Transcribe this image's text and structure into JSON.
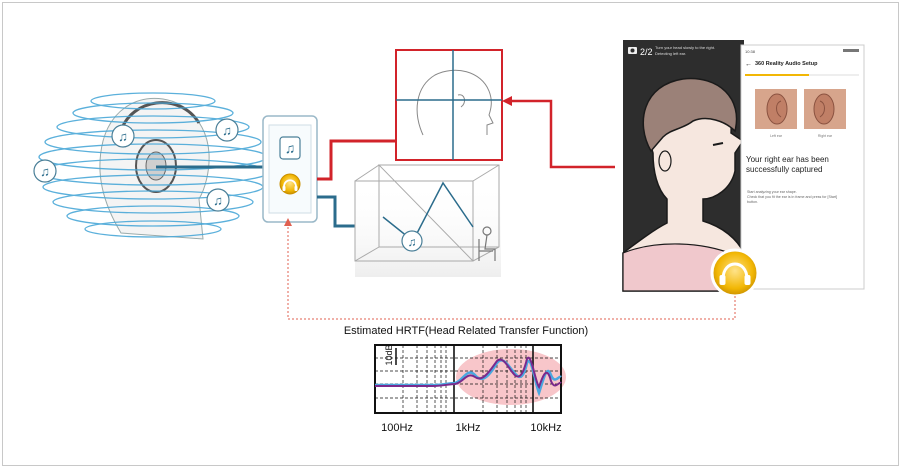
{
  "phone_screen": {
    "step": "2/2",
    "instruction_line1": "Turn your head slowly to the right.",
    "instruction_line2": "Detecting left ear."
  },
  "app_screen": {
    "title": "360 Reality Audio Setup",
    "time": "10:38",
    "left_ear_label": "Left ear",
    "right_ear_label": "Right ear",
    "message": "Your right ear has been successfully captured",
    "subtext_line1": "Start analyzing your ear shape.",
    "subtext_line2": "Check that you fit the ear is in frame and press for [Start]",
    "subtext_line3": "button."
  },
  "hrtf": {
    "title": "Estimated HRTF(Head Related Transfer Function)",
    "scale_label": "10dB",
    "x_labels": [
      "100Hz",
      "1kHz",
      "10kHz"
    ]
  },
  "colors": {
    "red_link": "#d2232a",
    "teal_link": "#2b6c8c",
    "dotted_feedback": "#e06050",
    "headphone_gold": "#f2b705",
    "curve_purple": "#7a2a8c",
    "curve_blue": "#4aa8e0",
    "highlight_pink": "#f6b8bd"
  },
  "icons": [
    "music-note-icon",
    "headphone-icon",
    "camera-icon",
    "back-arrow-icon"
  ]
}
